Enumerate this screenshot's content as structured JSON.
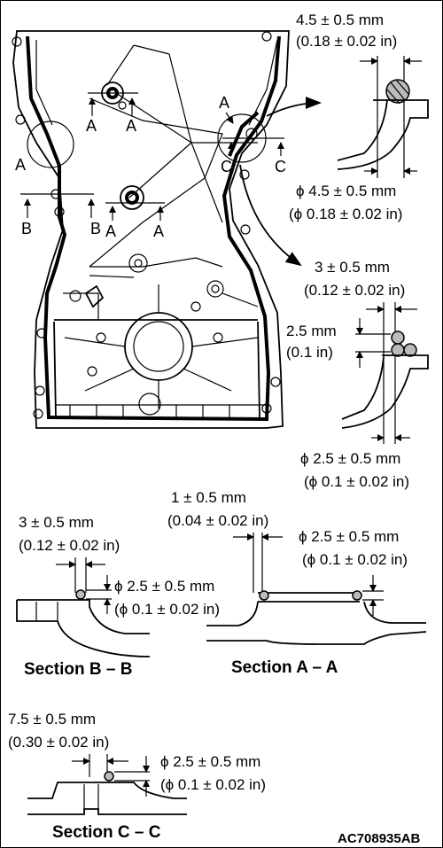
{
  "top_right": {
    "dim1": "4.5 ± 0.5 mm",
    "dim1_in": "(0.18 ± 0.02 in)",
    "dia1": "ϕ 4.5 ± 0.5 mm",
    "dia1_in": "(ϕ 0.18 ± 0.02 in)"
  },
  "mid_right": {
    "dim1": "3 ± 0.5 mm",
    "dim1_in": "(0.12 ± 0.02 in)",
    "dim2": "2.5 mm",
    "dim2_in": "(0.1 in)",
    "dia1": "ϕ 2.5 ± 0.5 mm",
    "dia1_in": "(ϕ 0.1 ± 0.02 in)"
  },
  "section_bb": {
    "dim1": "3 ± 0.5 mm",
    "dim1_in": "(0.12 ± 0.02 in)",
    "dia1": "ϕ 2.5 ± 0.5 mm",
    "dia1_in": "(ϕ 0.1 ± 0.02 in)",
    "title": "Section B – B"
  },
  "section_aa": {
    "dim1": "1 ± 0.5 mm",
    "dim1_in": "(0.04 ± 0.02 in)",
    "dia1": "ϕ 2.5 ± 0.5 mm",
    "dia1_in": "(ϕ 0.1 ± 0.02 in)",
    "title": "Section A – A"
  },
  "section_cc": {
    "dim1": "7.5 ± 0.5 mm",
    "dim1_in": "(0.30 ± 0.02 in)",
    "dia1": "ϕ 2.5 ± 0.5 mm",
    "dia1_in": "(ϕ 0.1 ± 0.02 in)",
    "title": "Section C – C"
  },
  "letters": {
    "a": "A",
    "b": "B",
    "c": "C"
  },
  "figure_code": "AC708935AB"
}
